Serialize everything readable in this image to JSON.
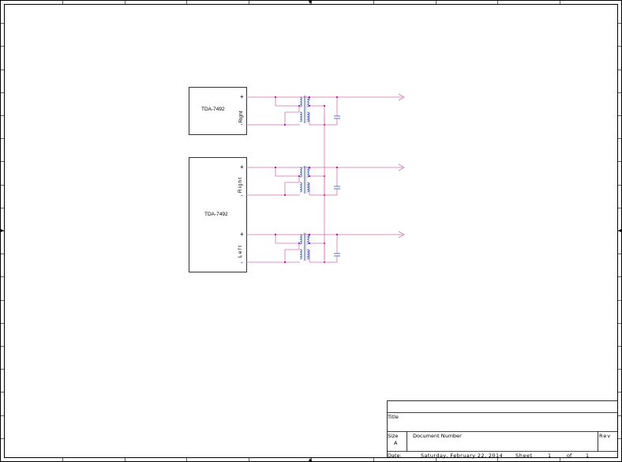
{
  "schematic": {
    "chips": [
      {
        "name": "TDA-7492",
        "channels": [
          "Right"
        ]
      },
      {
        "name": "TDA-7492",
        "channels": [
          "Right",
          "Left"
        ]
      }
    ],
    "pins": {
      "plus": "+",
      "minus": "-"
    },
    "wire_color": "#d46fb0",
    "component_color": "#2a52b8",
    "node_color": "#c000c0"
  },
  "title_block": {
    "title_label": "Title",
    "size_label": "Size",
    "size_value": "A",
    "doc_number_label": "Document Number",
    "rev_label": "Rev",
    "date_label": "Date:",
    "date_value": "Saturday, February 22, 2014",
    "sheet_label": "Sheet",
    "sheet_value": "1",
    "of_label": "of",
    "of_value": "1"
  }
}
